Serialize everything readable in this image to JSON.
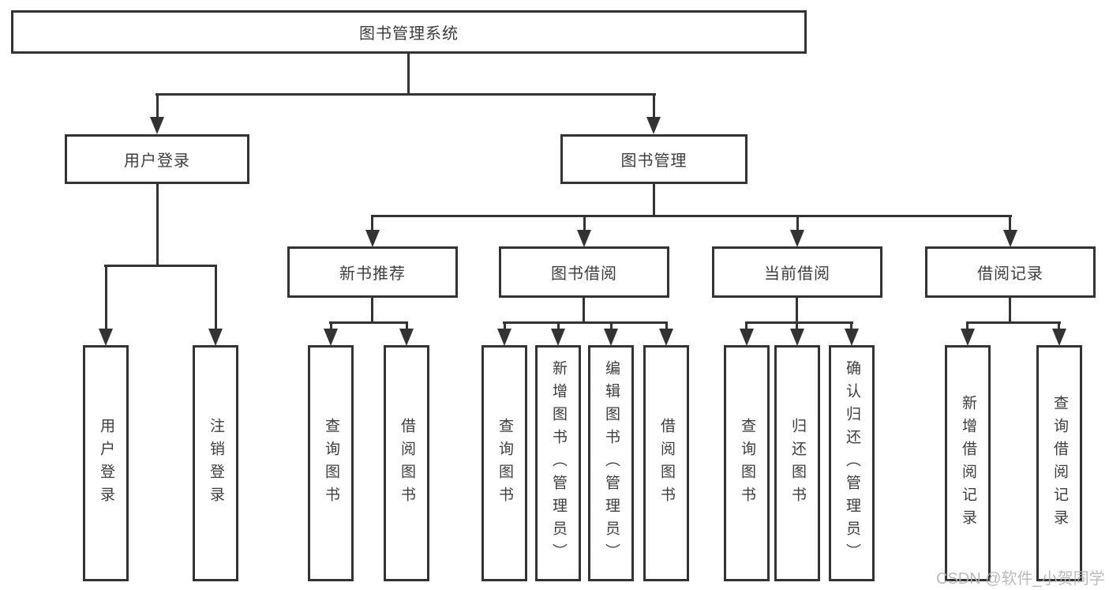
{
  "diagram": {
    "type": "functional-structure-tree",
    "colors": {
      "line": "#333333",
      "box_border": "#333333",
      "box_background": "#ffffff",
      "text": "#3d3d3d",
      "watermark": "#b3b3b3"
    },
    "tree": {
      "root": {
        "label": "图书管理系统",
        "children": [
          {
            "label": "用户登录",
            "children": [
              {
                "label": "用户登录"
              },
              {
                "label": "注销登录"
              }
            ]
          },
          {
            "label": "图书管理",
            "children": [
              {
                "label": "新书推荐",
                "children": [
                  {
                    "label": "查询图书"
                  },
                  {
                    "label": "借阅图书"
                  }
                ]
              },
              {
                "label": "图书借阅",
                "children": [
                  {
                    "label": "查询图书"
                  },
                  {
                    "label": "新增图书（管理员）"
                  },
                  {
                    "label": "编辑图书（管理员）"
                  },
                  {
                    "label": "借阅图书"
                  }
                ]
              },
              {
                "label": "当前借阅",
                "children": [
                  {
                    "label": "查询图书"
                  },
                  {
                    "label": "归还图书"
                  },
                  {
                    "label": "确认归还（管理员）"
                  }
                ]
              },
              {
                "label": "借阅记录",
                "children": [
                  {
                    "label": "新增借阅记录"
                  },
                  {
                    "label": "查询借阅记录"
                  }
                ]
              }
            ]
          }
        ]
      }
    },
    "watermark": "CSDN @软件_小贺同学"
  }
}
